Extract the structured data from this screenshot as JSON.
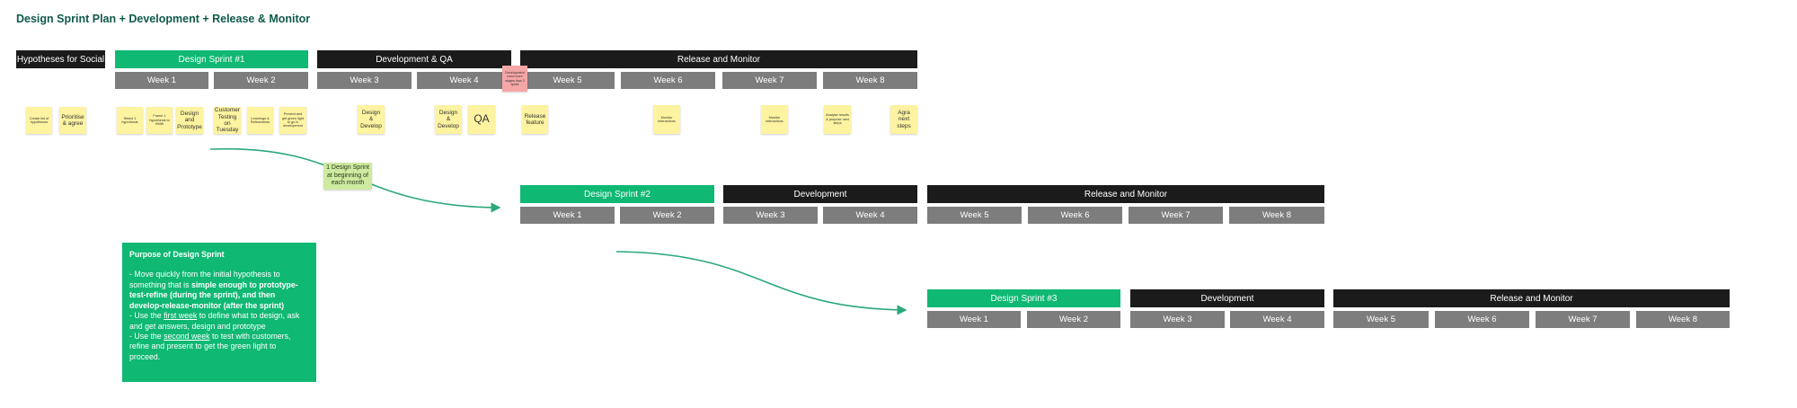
{
  "title": "Design Sprint Plan + Development + Release & Monitor",
  "colors": {
    "sprint": "#0fb873",
    "phase_dark": "#1b1b1b",
    "week": "#7d7d7d",
    "sticky": "#fdf3a0",
    "sticky_alert": "#f5a6a6",
    "sticky_note": "#cdeaa0",
    "connector": "#2ba97a"
  },
  "row1": {
    "hypotheses": "Hypotheses for Social",
    "sprint": "Design Sprint #1",
    "dev": "Development & QA",
    "release": "Release and Monitor",
    "weeks": [
      "Week 1",
      "Week 2",
      "Week 3",
      "Week 4",
      "Week 5",
      "Week 6",
      "Week 7",
      "Week 8"
    ]
  },
  "stickies": {
    "create_hypotheses": "Create list of hypotheses",
    "prioritise": "Prioritise & agree",
    "select_hypothesis": "Select 1 hypothesis",
    "frame_hypothesis": "Frame 1 hypothesis to HMW",
    "design_prototype": "Design and Prototype",
    "customer_testing": "Customer Testing on Tuesday",
    "learnings": "Learnings & Refinements",
    "present_green_light": "Present and get green light to go in development",
    "design_develop_1": "Design & Develop",
    "design_develop_2": "Design & Develop",
    "qa": "QA",
    "dev_blocker": "Development need more stages than 2 sprint",
    "release_feature": "Release feature",
    "monitor_1": "Monitor interactions",
    "monitor_2": "Monitor interactions",
    "analyse": "Analyse results & propose next steps",
    "agree_next": "Agra next steps",
    "one_sprint": "1 Design Sprint at beginning of each month"
  },
  "row2": {
    "sprint": "Design Sprint #2",
    "dev": "Development",
    "release": "Release and Monitor",
    "weeks": [
      "Week 1",
      "Week 2",
      "Week 3",
      "Week 4",
      "Week 5",
      "Week 6",
      "Week 7",
      "Week 8"
    ]
  },
  "row3": {
    "sprint": "Design Sprint #3",
    "dev": "Development",
    "release": "Release and Monitor",
    "weeks": [
      "Week 1",
      "Week 2",
      "Week 3",
      "Week 4",
      "Week 5",
      "Week 6",
      "Week 7",
      "Week 8"
    ]
  },
  "purpose": {
    "heading": "Purpose of Design Sprint",
    "b1_pre": "- Move quickly from the initial hypothesis to something that is ",
    "b1_bold": "simple enough to prototype-test-refine (during the sprint), and then develop-release-monitor (after the sprint)",
    "b2_pre": "- Use the ",
    "b2_link": "first week",
    "b2_post": " to define what to design, ask and get answers, design and prototype",
    "b3_pre": "- Use the ",
    "b3_link": "second week",
    "b3_post": " to test with customers, refine and present to get the green light to proceed."
  }
}
